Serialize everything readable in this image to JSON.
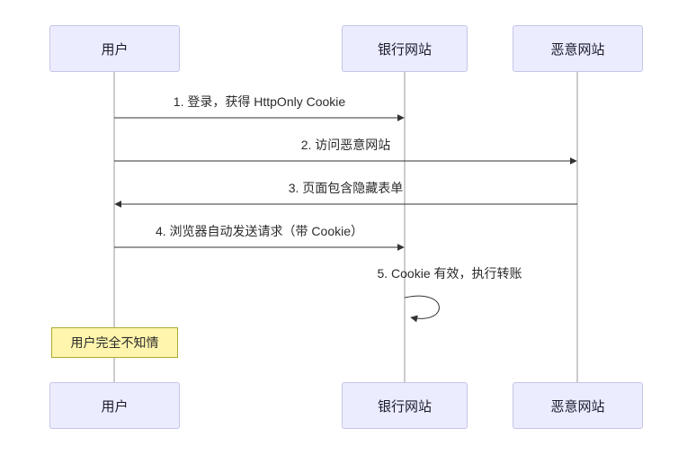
{
  "diagram": {
    "type": "sequence",
    "actors": [
      {
        "id": "user",
        "label": "用户"
      },
      {
        "id": "bank",
        "label": "银行网站"
      },
      {
        "id": "evil",
        "label": "恶意网站"
      }
    ],
    "messages": [
      {
        "index": 1,
        "text": "1. 登录，获得 HttpOnly Cookie",
        "from": "用户",
        "to": "银行网站",
        "direction": "right"
      },
      {
        "index": 2,
        "text": "2. 访问恶意网站",
        "from": "用户",
        "to": "恶意网站",
        "direction": "right"
      },
      {
        "index": 3,
        "text": "3. 页面包含隐藏表单",
        "from": "恶意网站",
        "to": "用户",
        "direction": "left"
      },
      {
        "index": 4,
        "text": "4. 浏览器自动发送请求（带 Cookie）",
        "from": "用户",
        "to": "银行网站",
        "direction": "right"
      },
      {
        "index": 5,
        "text": "5. Cookie 有效，执行转账",
        "from": "银行网站",
        "to": "银行网站",
        "direction": "self"
      }
    ],
    "note": {
      "text": "用户完全不知情",
      "anchor": "用户"
    },
    "colors": {
      "actor_fill": "#ececff",
      "actor_border": "#c5c5e8",
      "note_fill": "#fff5ad",
      "note_border": "#aaaa33",
      "line": "#333333",
      "lifeline": "#999999"
    }
  }
}
